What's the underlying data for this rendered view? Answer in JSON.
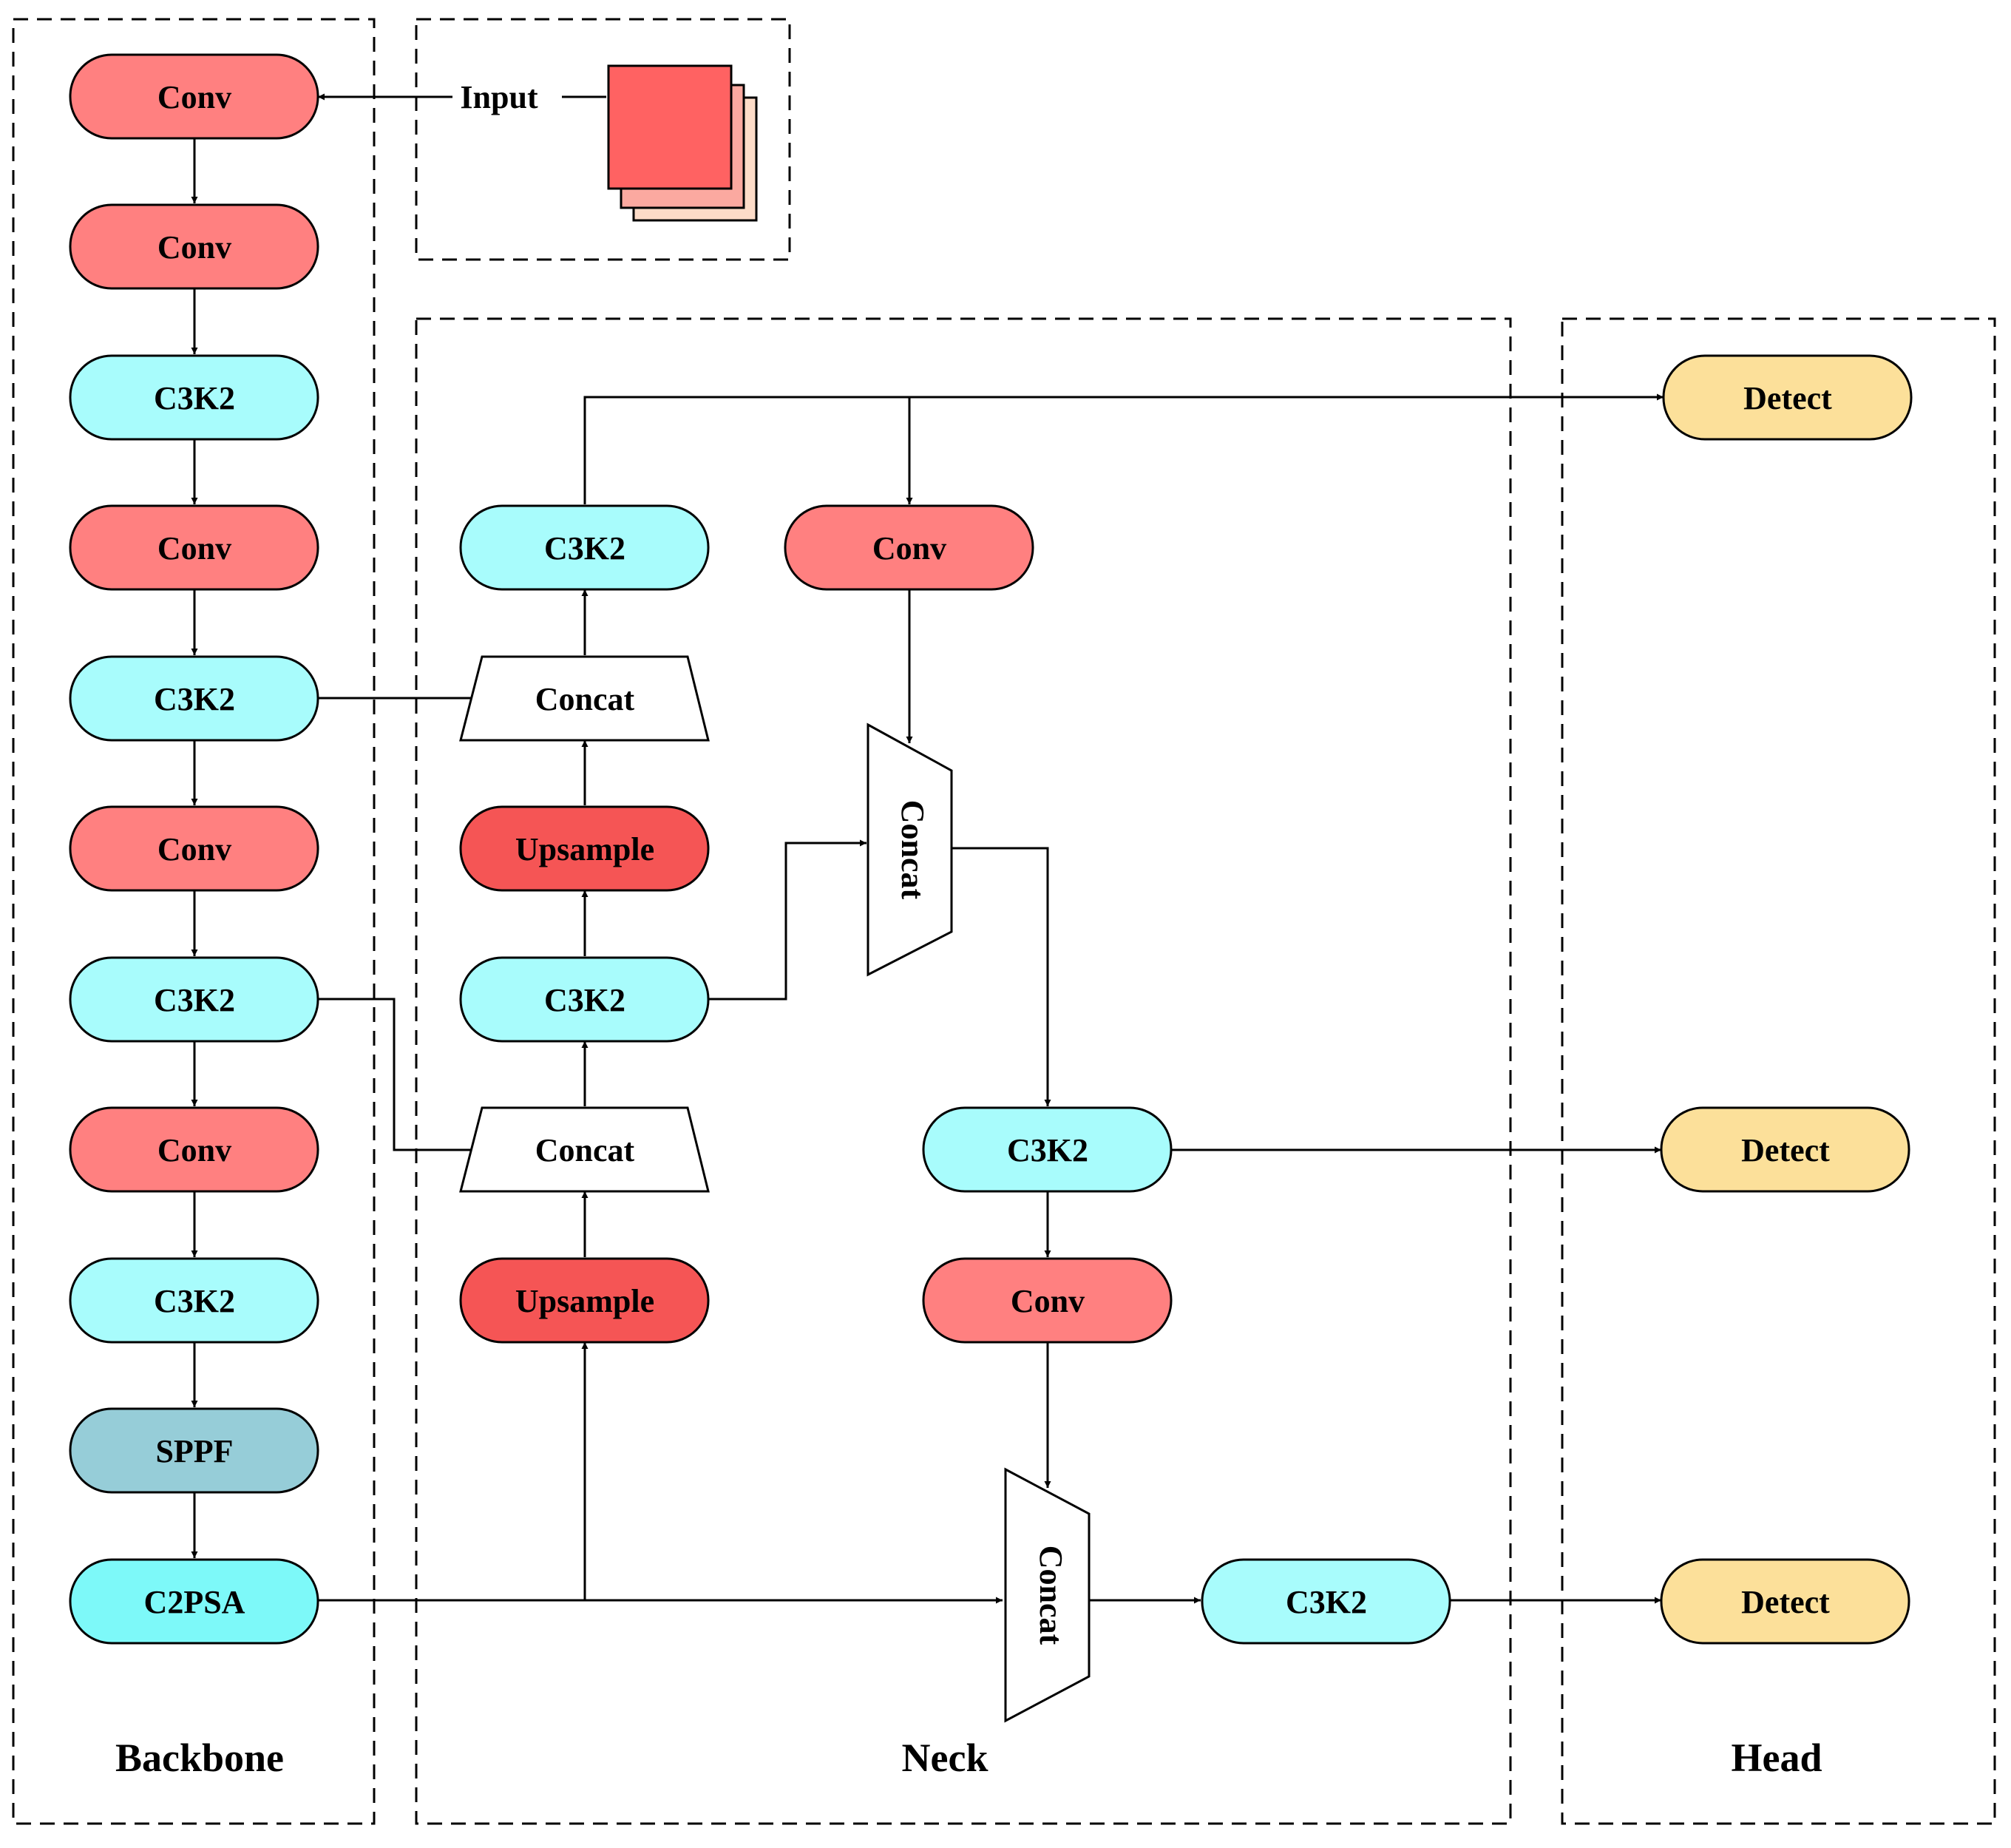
{
  "colors": {
    "conv": "#FF8080",
    "c3k2": "#A8FCFC",
    "sppf": "#96CDD8",
    "c2psa": "#7DF9F9",
    "upsample": "#F55555",
    "detect": "#FCE09A",
    "concat": "#FFFFFF",
    "input_front": "#FF6262",
    "input_mid": "#FBA9A0",
    "input_back": "#FDDCC8"
  },
  "sections": {
    "backbone": "Backbone",
    "neck": "Neck",
    "head": "Head"
  },
  "input": {
    "label": "Input"
  },
  "backbone": {
    "nodes": [
      {
        "label": "Conv",
        "kind": "conv"
      },
      {
        "label": "Conv",
        "kind": "conv"
      },
      {
        "label": "C3K2",
        "kind": "c3k2"
      },
      {
        "label": "Conv",
        "kind": "conv"
      },
      {
        "label": "C3K2",
        "kind": "c3k2"
      },
      {
        "label": "Conv",
        "kind": "conv"
      },
      {
        "label": "C3K2",
        "kind": "c3k2"
      },
      {
        "label": "Conv",
        "kind": "conv"
      },
      {
        "label": "C3K2",
        "kind": "c3k2"
      },
      {
        "label": "SPPF",
        "kind": "sppf"
      },
      {
        "label": "C2PSA",
        "kind": "c2psa"
      }
    ]
  },
  "neck": {
    "upsample_1": "Upsample",
    "concat_1": "Concat",
    "c3k2_1": "C3K2",
    "upsample_2": "Upsample",
    "concat_2": "Concat",
    "c3k2_2": "C3K2",
    "conv_1": "Conv",
    "concat_3": "Concat",
    "c3k2_3": "C3K2",
    "conv_2": "Conv",
    "concat_4": "Concat",
    "c3k2_4": "C3K2"
  },
  "head": {
    "detect_1": "Detect",
    "detect_2": "Detect",
    "detect_3": "Detect"
  }
}
